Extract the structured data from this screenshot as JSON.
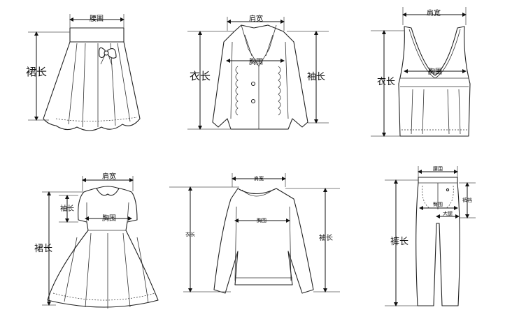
{
  "panels": {
    "skirt": {
      "waist": "腰围",
      "length": "裙长"
    },
    "jacket": {
      "shoulder": "肩宽",
      "chest": "胸围",
      "length": "衣长",
      "sleeve": "袖长"
    },
    "vest": {
      "shoulder": "肩宽",
      "chest": "胸围",
      "length": "衣长"
    },
    "dress": {
      "shoulder": "肩宽",
      "sleeve": "袖长",
      "chest": "胸围",
      "length": "裙长"
    },
    "sweater": {
      "shoulder": "肩宽",
      "chest": "胸围",
      "length": "衣长",
      "sleeve": "袖长"
    },
    "pants": {
      "waist": "腰围",
      "hip": "臀围",
      "rise": "裤裆",
      "thigh": "大腿",
      "length": "裤长"
    }
  }
}
